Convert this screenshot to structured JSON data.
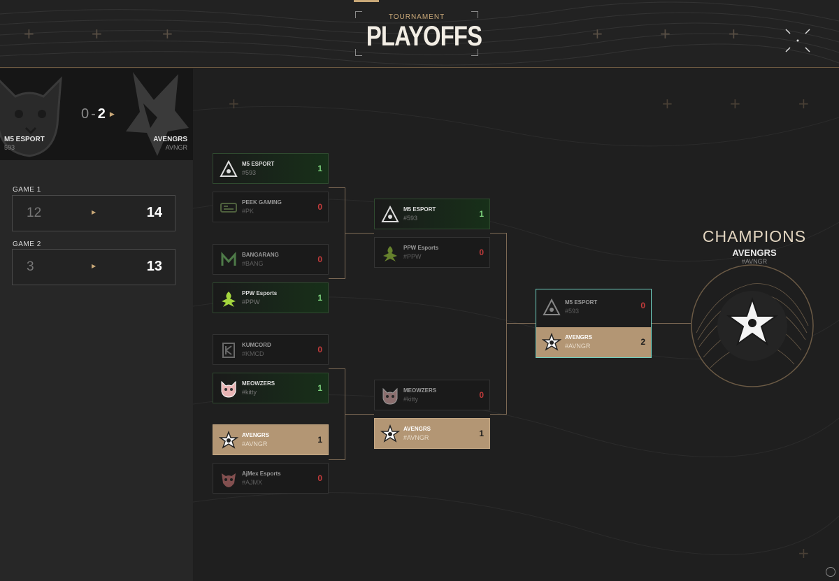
{
  "header": {
    "kicker": "TOURNAMENT",
    "title": "PLAYOFFS"
  },
  "match": {
    "team_left": {
      "name": "M5 ESPORT",
      "tag": "593",
      "score": "0"
    },
    "team_right": {
      "name": "AVENGRS",
      "tag": "AVNGR",
      "score": "2"
    },
    "separator": "-",
    "games": [
      {
        "label": "GAME 1",
        "left": "12",
        "right": "14"
      },
      {
        "label": "GAME 2",
        "left": "3",
        "right": "13"
      }
    ]
  },
  "bracket": {
    "round1": [
      {
        "name": "M5 ESPORT",
        "tag": "#593",
        "score": "1",
        "result": "win",
        "logo": "m5-logo-icon"
      },
      {
        "name": "PEEK GAMING",
        "tag": "#PK",
        "score": "0",
        "result": "loss",
        "logo": "peek-logo-icon"
      },
      {
        "name": "BANGARANG",
        "tag": "#BANG",
        "score": "0",
        "result": "loss",
        "logo": "bangarang-logo-icon"
      },
      {
        "name": "PPW Esports",
        "tag": "#PPW",
        "score": "1",
        "result": "win",
        "logo": "ppw-logo-icon"
      },
      {
        "name": "KUMCORD",
        "tag": "#KMCD",
        "score": "0",
        "result": "loss",
        "logo": "kumcord-logo-icon"
      },
      {
        "name": "MEOWZERS",
        "tag": "#kitty",
        "score": "1",
        "result": "win",
        "logo": "meowzers-logo-icon"
      },
      {
        "name": "AVENGRS",
        "tag": "#AVNGR",
        "score": "1",
        "result": "highlight",
        "logo": "avengrs-logo-icon"
      },
      {
        "name": "AjMex Esports",
        "tag": "#AJMX",
        "score": "0",
        "result": "loss",
        "logo": "ajmex-logo-icon"
      }
    ],
    "round2": [
      {
        "name": "M5 ESPORT",
        "tag": "#593",
        "score": "1",
        "result": "win"
      },
      {
        "name": "PPW Esports",
        "tag": "#PPW",
        "score": "0",
        "result": "loss"
      },
      {
        "name": "MEOWZERS",
        "tag": "#kitty",
        "score": "0",
        "result": "loss"
      },
      {
        "name": "AVENGRS",
        "tag": "#AVNGR",
        "score": "1",
        "result": "highlight"
      }
    ],
    "final": [
      {
        "name": "M5 ESPORT",
        "tag": "#593",
        "score": "0",
        "result": "loss"
      },
      {
        "name": "AVENGRS",
        "tag": "#AVNGR",
        "score": "2",
        "result": "highlight"
      }
    ]
  },
  "champions": {
    "title": "CHAMPIONS",
    "name": "AVENGRS",
    "tag": "#AVNGR"
  },
  "colors": {
    "gold": "#b39674",
    "accent": "#c9a878",
    "win": "#7ed47e",
    "loss": "#c23b3b",
    "final_border": "#6fcfc0"
  }
}
